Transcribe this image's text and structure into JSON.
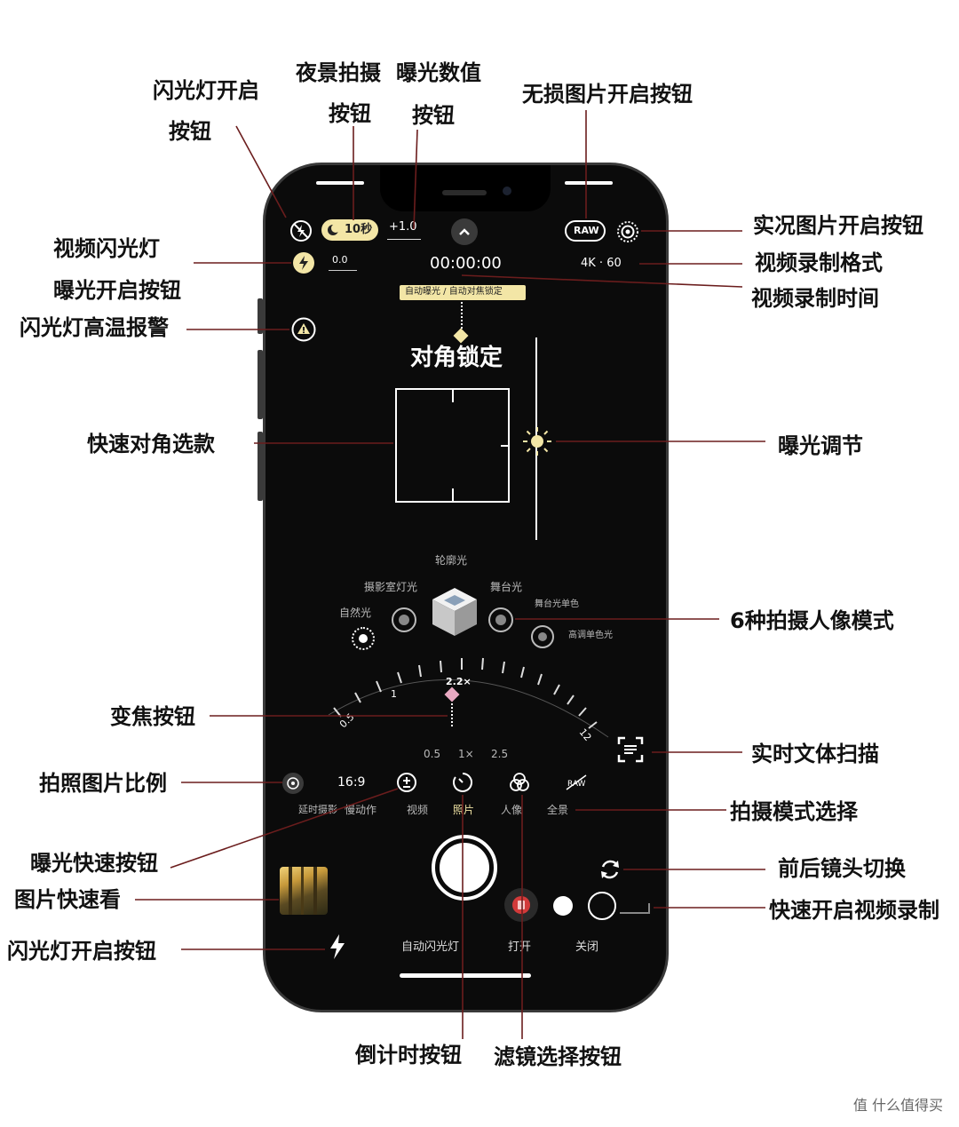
{
  "labels": {
    "flash_on_a": "闪光灯开启",
    "flash_on_b": "按钮",
    "night_a": "夜景拍摄",
    "night_b": "按钮",
    "ev_a": "曝光数值",
    "ev_b": "按钮",
    "raw": "无损图片开启按钮",
    "live": "实况图片开启按钮",
    "video_flash": "视频闪光灯",
    "video_format": "视频录制格式",
    "exposure_on": "曝光开启按钮",
    "video_time": "视频录制时间",
    "flash_heat": "闪光灯高温报警",
    "quick_focus": "快速对角选款",
    "exposure_adjust": "曝光调节",
    "portrait_modes": "6种拍摄人像模式",
    "zoom": "变焦按钮",
    "text_scan": "实时文体扫描",
    "aspect": "拍照图片比例",
    "mode_select": "拍摄模式选择",
    "exposure_quick": "曝光快速按钮",
    "lens_switch": "前后镜头切换",
    "gallery": "图片快速看",
    "quick_video": "快速开启视频录制",
    "flash_bottom": "闪光灯开启按钮",
    "timer": "倒计时按钮",
    "filter": "滤镜选择按钮"
  },
  "camera": {
    "night_value": "10秒",
    "ev_value": "+1.0",
    "raw_label": "RAW",
    "ev_small": "0.0",
    "timer_display": "00:00:00",
    "video_format": "4K · 60",
    "lock_banner": "自动曝光 / 自动对焦锁定",
    "focus_lock": "对角锁定",
    "lighting": {
      "natural": "自然光",
      "studio": "摄影室灯光",
      "stage": "舞台光",
      "contour": "轮廓光",
      "stage_mono": "舞台光单色",
      "hi_key": "高调单色光"
    },
    "zoom_current": "2.2×",
    "zoom_scale": [
      "0.5",
      "1",
      "12"
    ],
    "zoom_presets": [
      "0.5",
      "1×",
      "2.5"
    ],
    "aspect_ratio": "16:9",
    "modes": [
      "延时摄影",
      "慢动作",
      "视频",
      "照片",
      "人像",
      "全景"
    ],
    "flash_options": [
      "自动闪光灯",
      "打开",
      "关闭"
    ]
  },
  "watermark": "值 什么值得买",
  "colors": {
    "accent": "#f3e6a6",
    "record": "#d23a3a",
    "leader": "#6b1d1d"
  },
  "icons": [
    "flash-off-icon",
    "moon-icon",
    "chevron-up-icon",
    "live-photo-icon",
    "flash-icon",
    "warning-icon",
    "sun-icon",
    "cube-icon",
    "scan-icon",
    "timer-icon",
    "filter-icon",
    "switch-camera-icon",
    "lightning-icon"
  ]
}
